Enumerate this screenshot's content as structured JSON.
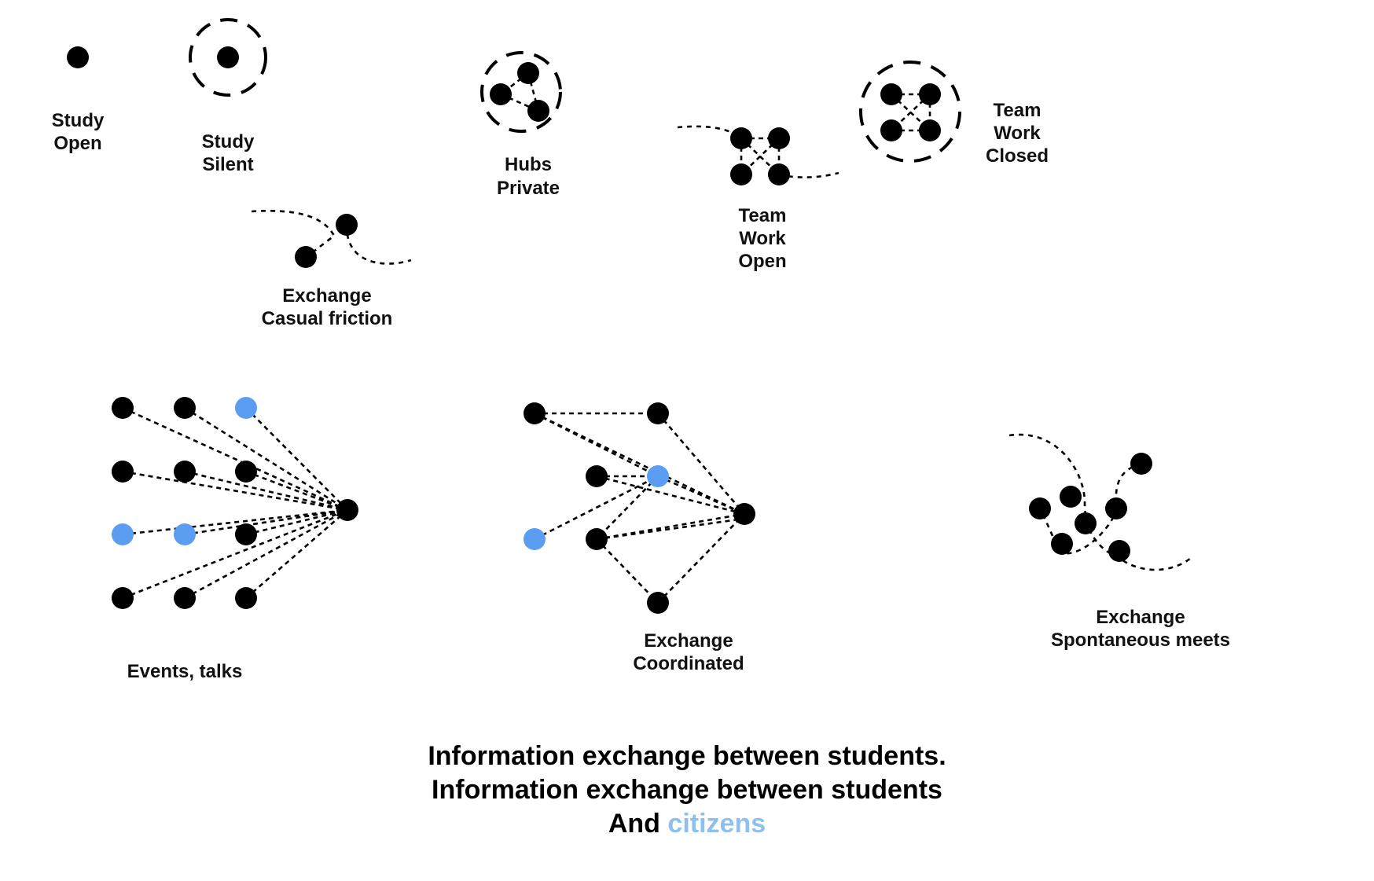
{
  "colors": {
    "node": "#000000",
    "citizen": "#5b9df0",
    "highlight": "#8ec0ee"
  },
  "labels": {
    "study_open": [
      "Study",
      "Open"
    ],
    "study_silent": [
      "Study",
      "Silent"
    ],
    "hubs_private": [
      "Hubs",
      "Private"
    ],
    "team_work_open": [
      "Team",
      "Work",
      "Open"
    ],
    "team_work_closed": [
      "Team",
      "Work",
      "Closed"
    ],
    "exchange_casual": [
      "Exchange",
      "Casual friction"
    ],
    "events_talks": "Events, talks",
    "exchange_coordinated": [
      "Exchange",
      "Coordinated"
    ],
    "exchange_spontaneous": [
      "Exchange",
      "Spontaneous meets"
    ]
  },
  "title": {
    "line1": "Information exchange between students.",
    "line2": "Information exchange between students",
    "line3_prefix": "And ",
    "line3_highlight": "citizens"
  }
}
